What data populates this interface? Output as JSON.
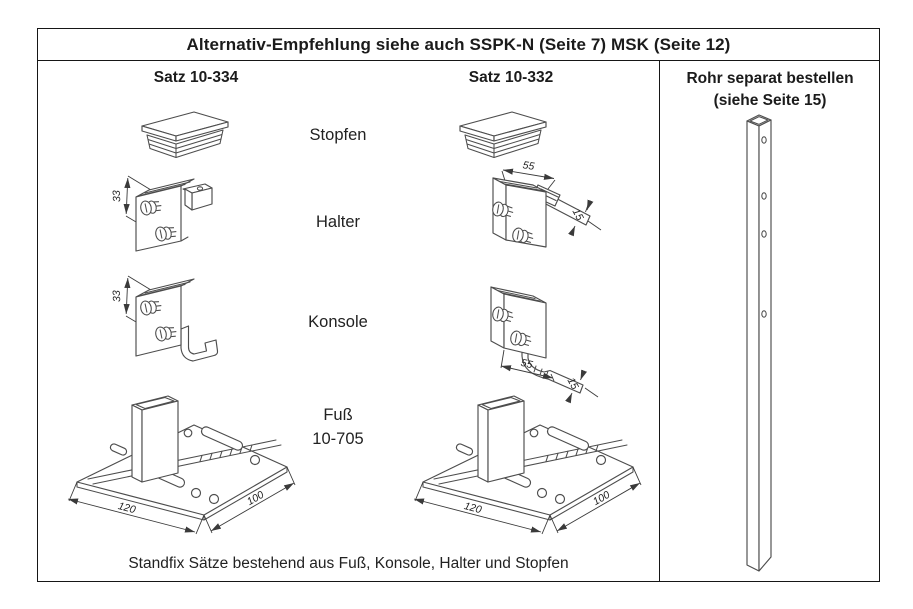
{
  "header": {
    "title": "Alternativ-Empfehlung siehe auch SSPK-N (Seite 7) MSK (Seite 12)"
  },
  "columns": {
    "satz_334": {
      "title": "Satz 10-334"
    },
    "satz_332": {
      "title": "Satz 10-332"
    },
    "rohr": {
      "title_line1": "Rohr separat bestellen",
      "title_line2": "(siehe Seite 15)"
    }
  },
  "part_labels": {
    "stopfen": "Stopfen",
    "halter": "Halter",
    "konsole": "Konsole",
    "fuss": "Fuß",
    "fuss_number": "10-705"
  },
  "dimensions": {
    "bracket_height_mm": "33",
    "bracket_width_mm": "55",
    "strap_width_mm": "15",
    "foot_length_mm": "120",
    "foot_width_mm": "100"
  },
  "footer": {
    "caption": "Standfix Sätze bestehend aus Fuß, Konsole, Halter und Stopfen"
  }
}
